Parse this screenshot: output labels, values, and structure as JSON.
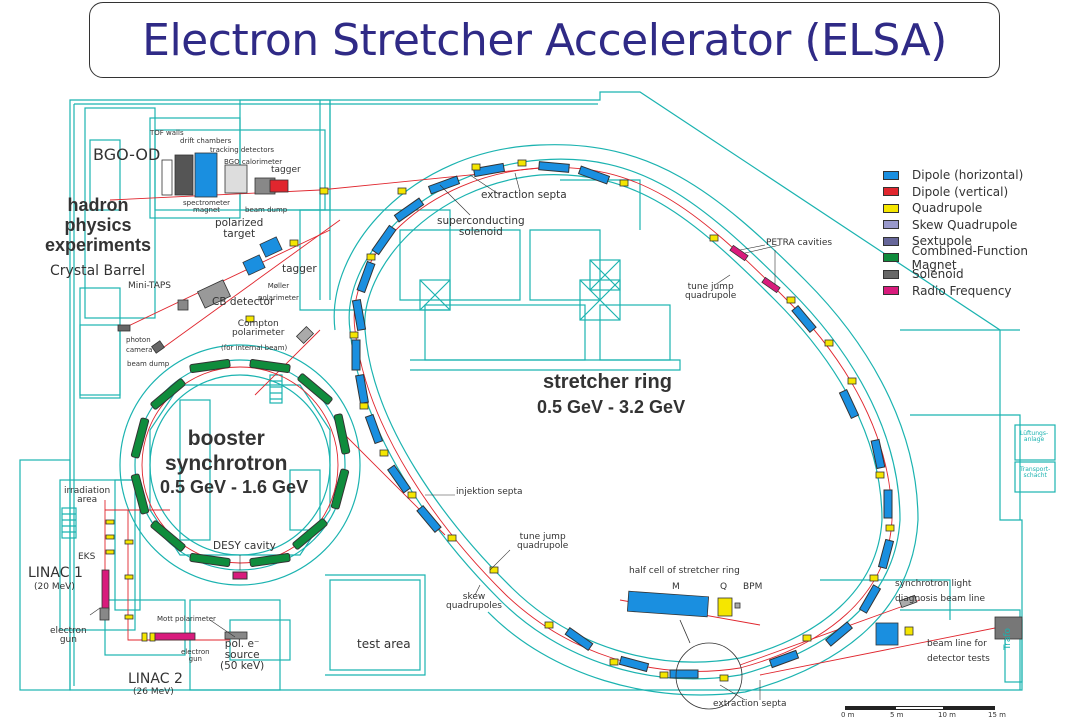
{
  "title": "Electron Stretcher Accelerator (ELSA)",
  "legend": [
    {
      "label": "Dipole (horizontal)",
      "color": "#1a8fe0"
    },
    {
      "label": "Dipole (vertical)",
      "color": "#e0262e"
    },
    {
      "label": "Quadrupole",
      "color": "#f5e600"
    },
    {
      "label": "Skew Quadrupole",
      "color": "#9999cc"
    },
    {
      "label": "Sextupole",
      "color": "#666699"
    },
    {
      "label": "Combined-Function Magnet",
      "color": "#0f8c3c"
    },
    {
      "label": "Solenoid",
      "color": "#666666"
    },
    {
      "label": "Radio Frequency",
      "color": "#d81b7c"
    }
  ],
  "colors": {
    "building": "#1bb3b0",
    "beam": "#e0262e",
    "title": "#2f2a86",
    "text": "#333333"
  },
  "areas": {
    "hadron": "hadron\nphysics\nexperiments",
    "bgo_od": "BGO-OD",
    "crystal_barrel": "Crystal Barrel",
    "booster": {
      "name": "booster\nsynchrotron",
      "energy": "0.5 GeV - 1.6 GeV"
    },
    "stretcher": {
      "name": "stretcher ring",
      "energy": "0.5 GeV - 3.2 GeV"
    },
    "linac1": {
      "name": "LINAC 1",
      "energy": "(20 MeV)"
    },
    "linac2": {
      "name": "LINAC 2",
      "energy": "(26 MeV)"
    },
    "test_area": "test area"
  },
  "labels": {
    "tof_walls": "TOF walls",
    "drift_chambers": "drift chambers",
    "tracking_detectors": "tracking detectors",
    "bgo_calorimeter": "BGO calorimeter",
    "tagger_top": "tagger",
    "spectrometer_magnet": "spectrometer\nmagnet",
    "beam_dump_top": "beam dump",
    "polarized_target": "polarized\ntarget",
    "tagger": "tagger",
    "moller": "Møller\npolarimeter",
    "mini_taps": "Mini-TAPS",
    "cb_detector": "CB detector",
    "compton": "Compton\npolarimeter",
    "compton_sub": "(for internal beam)",
    "photon_camera": "photon\ncamera",
    "beam_dump": "beam dump",
    "extraction_septa_top": "extraction septa",
    "sc_solenoid": "superconducting\nsolenoid",
    "petra": "PETRA cavities",
    "tune_jump_1": "tune jump\nquadrupole",
    "injektion": "injektion septa",
    "tune_jump_2": "tune jump\nquadrupole",
    "skew_quads": "skew\nquadrupoles",
    "irradiation": "irradiation\narea",
    "eks": "EKS",
    "electron_gun_1": "electron\ngun",
    "desy_cavity": "DESY cavity",
    "mott": "Mott polarimeter",
    "electron_gun_2": "electron\ngun",
    "pol_source": "pol. e⁻\nsource\n(50 keV)",
    "half_cell": "half cell of stretcher ring",
    "m": "M",
    "q": "Q",
    "bpm": "BPM",
    "sync_light": "synchrotron light\ndiagnosis beam line",
    "detector_tests": "beam line for\ndetector tests",
    "extraction_septa_bottom": "extraction septa",
    "trafo": "Trafo",
    "lueftung": "Lüftungs-\nanlage",
    "transport": "Transport-\nschacht"
  },
  "scale": {
    "ticks": [
      "0 m",
      "5 m",
      "10 m",
      "15 m"
    ]
  }
}
